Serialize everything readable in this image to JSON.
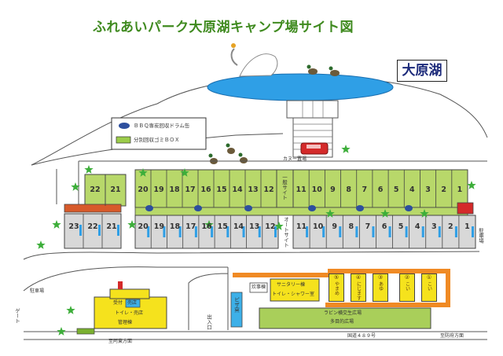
{
  "title": "ふれあいパーク大原湖キャンプ場サイト図",
  "lake_label": "大原湖",
  "legend": [
    {
      "label": "ＢＢＱ専炭回収ドラム缶",
      "color": "#2d4f9e",
      "shape": "oval"
    },
    {
      "label": "分別回収ゴミＢＯＸ",
      "color": "#9ccc4a",
      "shape": "rect"
    }
  ],
  "upper_left_sites": [
    "22",
    "21"
  ],
  "upper_sites_a": [
    "20",
    "19",
    "18",
    "17",
    "16",
    "15",
    "14",
    "13",
    "12"
  ],
  "upper_sites_b": [
    "11",
    "10",
    "9",
    "8",
    "7",
    "6",
    "5",
    "4",
    "3",
    "2",
    "1"
  ],
  "lower_left_sites": [
    "23",
    "22",
    "21"
  ],
  "lower_sites_a": [
    "20",
    "19",
    "18",
    "17",
    "16",
    "15",
    "14",
    "13",
    "12"
  ],
  "lower_sites_b": [
    "11",
    "10",
    "9",
    "8",
    "7",
    "6",
    "5",
    "4",
    "3",
    "2",
    "1"
  ],
  "labels": {
    "car_square": "カヌー置場",
    "general_site": "一般サイト",
    "auto_site": "オートサイト",
    "parking_right": "駐車場",
    "parking_left": "駐車場",
    "gate": "ゲート",
    "reception": "受付",
    "shop": "売店",
    "toilet_shop": "トイレ・売店",
    "office": "管理棟",
    "cooking": "炊事棟",
    "sanitary": "サニタリー棟",
    "toilet_shower": "トイレ・シャワー室",
    "pizza": "ピザ窯",
    "exit": "出入口",
    "to_ato": "至阿東方面",
    "route": "国道４８９号",
    "to_hofu": "至防府方面",
    "plaza_line1": "ラビン横交生広場",
    "plaza_line2": "多目的広場"
  },
  "cottages": [
    {
      "num": "⑤",
      "name": "やまめ"
    },
    {
      "num": "④",
      "name": "にじます"
    },
    {
      "num": "③",
      "name": "あゆ"
    },
    {
      "num": "②",
      "name": "こい"
    },
    {
      "num": "①",
      "name": "こい"
    }
  ],
  "colors": {
    "title": "#3f8a1f",
    "lake": "#2f9fe6",
    "site_green": "#b8d86a",
    "auto_site_gray": "#d8d8d8",
    "post_blue": "#2f9fe6",
    "brick": "#d75a2a",
    "building_yellow": "#f5e21d",
    "orange": "#f08a24",
    "plaza_green": "#a9cf5a",
    "star_green": "#3dae3a"
  }
}
